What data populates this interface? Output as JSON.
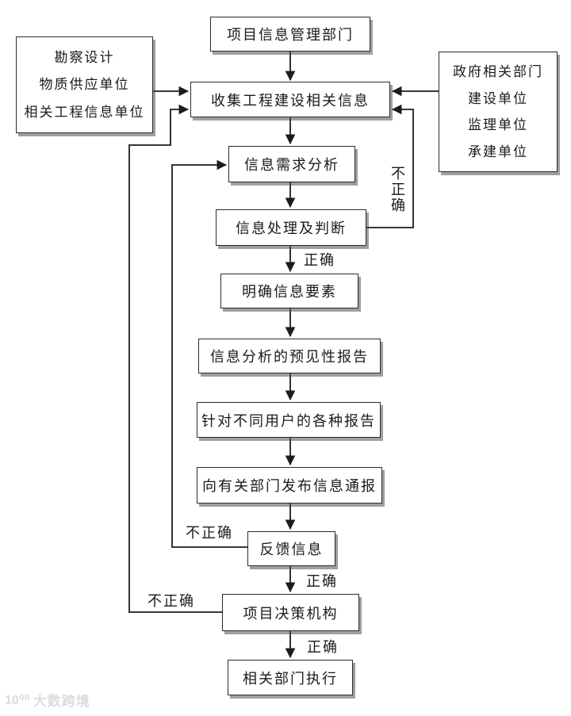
{
  "nodes": {
    "top": {
      "label": "项目信息管理部门"
    },
    "left_sources": {
      "lines": [
        "勘察设计",
        "物质供应单位",
        "相关工程信息单位"
      ]
    },
    "right_sources": {
      "lines": [
        "政府相关部门",
        "建设单位",
        "监理单位",
        "承建单位"
      ]
    },
    "collect": {
      "label": "收集工程建设相关信息"
    },
    "demand": {
      "label": "信息需求分析"
    },
    "process": {
      "label": "信息处理及判断"
    },
    "clarify": {
      "label": "明确信息要素"
    },
    "predict": {
      "label": "信息分析的预见性报告"
    },
    "reports": {
      "label": "针对不同用户的各种报告"
    },
    "publish": {
      "label": "向有关部门发布信息通报"
    },
    "feedback": {
      "label": "反馈信息"
    },
    "decision": {
      "label": "项目决策机构"
    },
    "execute": {
      "label": "相关部门执行"
    }
  },
  "edge_labels": {
    "correct_after_process": "正确",
    "incorrect_process_loop": "不正确",
    "incorrect_feedback_loop": "不正确",
    "correct_after_feedback": "正确",
    "incorrect_decision_loop": "不正确",
    "correct_after_decision": "正确"
  },
  "edges": [
    {
      "from": "项目信息管理部门",
      "to": "收集工程建设相关信息",
      "label": ""
    },
    {
      "from": "勘察设计/物质供应单位/相关工程信息单位",
      "to": "收集工程建设相关信息",
      "label": ""
    },
    {
      "from": "政府相关部门/建设单位/监理单位/承建单位",
      "to": "收集工程建设相关信息",
      "label": ""
    },
    {
      "from": "收集工程建设相关信息",
      "to": "信息需求分析",
      "label": ""
    },
    {
      "from": "信息需求分析",
      "to": "信息处理及判断",
      "label": ""
    },
    {
      "from": "信息处理及判断",
      "to": "明确信息要素",
      "label": "正确"
    },
    {
      "from": "信息处理及判断",
      "to": "收集工程建设相关信息",
      "label": "不正确"
    },
    {
      "from": "明确信息要素",
      "to": "信息分析的预见性报告",
      "label": ""
    },
    {
      "from": "信息分析的预见性报告",
      "to": "针对不同用户的各种报告",
      "label": ""
    },
    {
      "from": "针对不同用户的各种报告",
      "to": "向有关部门发布信息通报",
      "label": ""
    },
    {
      "from": "向有关部门发布信息通报",
      "to": "反馈信息",
      "label": ""
    },
    {
      "from": "反馈信息",
      "to": "信息需求分析",
      "label": "不正确"
    },
    {
      "from": "反馈信息",
      "to": "项目决策机构",
      "label": "正确"
    },
    {
      "from": "项目决策机构",
      "to": "收集工程建设相关信息",
      "label": "不正确"
    },
    {
      "from": "项目决策机构",
      "to": "相关部门执行",
      "label": "正确"
    }
  ],
  "watermark": {
    "logo": "10⁰⁰",
    "text": "大数跨境"
  },
  "colors": {
    "line": "#1c1c1c",
    "box_border": "#2b2b2b",
    "box_shadow": "#8a8a8a",
    "text": "#1a1a1a",
    "watermark": "#dcdcdc",
    "background": "#ffffff"
  }
}
